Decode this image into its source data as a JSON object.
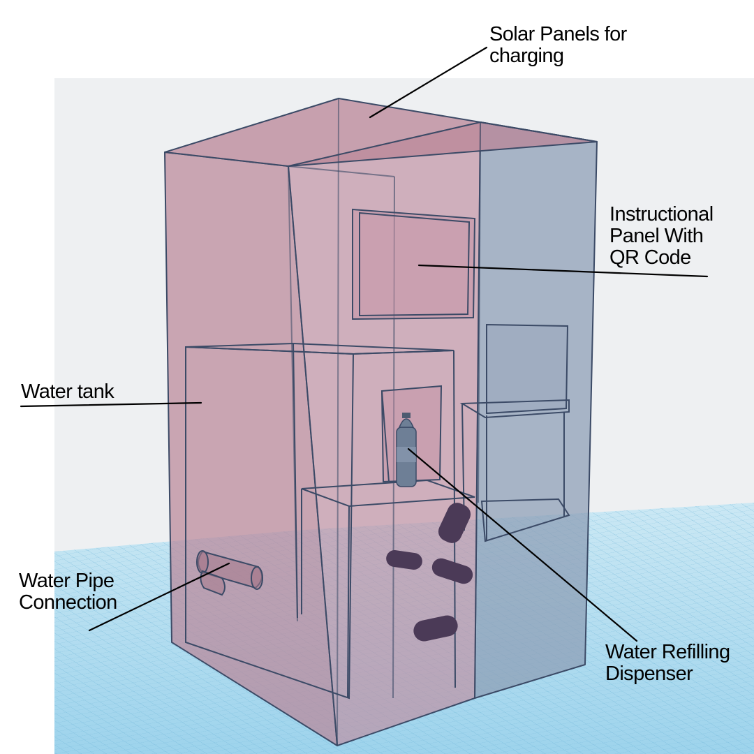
{
  "labels": {
    "solar_panels": [
      "Solar Panels for",
      "charging"
    ],
    "instructional_panel": [
      "Instructional",
      "Panel With",
      "QR Code"
    ],
    "water_tank": [
      "Water tank"
    ],
    "water_pipe": [
      "Water Pipe",
      "Connection"
    ],
    "water_refilling": [
      "Water Refilling",
      "Dispenser"
    ]
  },
  "colors": {
    "background": "#eef0f2",
    "grid_floor": "#a9d9ee",
    "grid_line": "#6fb6d8",
    "outline": "#3b4a66",
    "panel_pink": "#b98597",
    "panel_blue": "#8c9cb4",
    "pipe_dark": "#4b3a57",
    "leader_line": "#000000"
  }
}
